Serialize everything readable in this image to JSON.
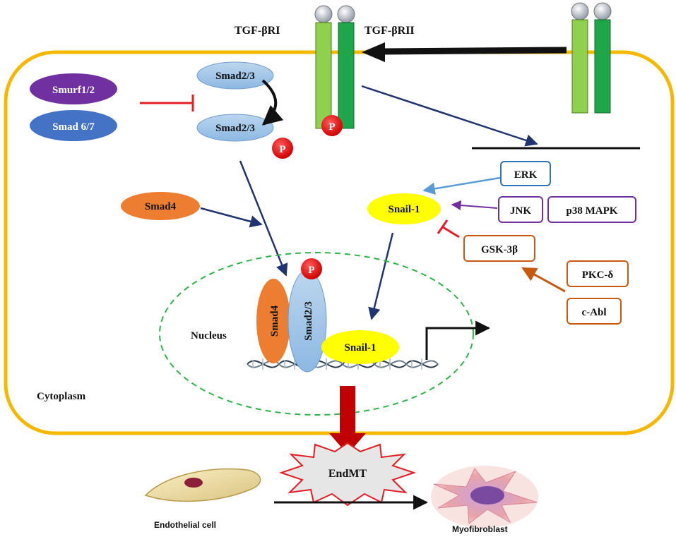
{
  "receptors": {
    "type1_label": "TGF-βRI",
    "type2_label": "TGF-βRII"
  },
  "cytoplasm": {
    "smurf_label": "Smurf1/2",
    "smad67_label": "Smad 6/7",
    "smad23_top_label": "Smad2/3",
    "smad23_phospho_label": "Smad2/3",
    "smad4_label": "Smad4",
    "snail_label": "Snail-1",
    "phospho_symbol": "P",
    "compartment_label": "Cytoplasm"
  },
  "kinases": {
    "erk": "ERK",
    "jnk": "JNK",
    "p38": "p38 MAPK",
    "gsk": "GSK-3β",
    "pkc": "PKC-δ",
    "cabl": "c-Abl"
  },
  "nucleus": {
    "label": "Nucleus",
    "smad4_label": "Smad4",
    "smad23_label": "Smad2/3",
    "snail_label": "Snail-1"
  },
  "outcome": {
    "endmt_label": "EndMT",
    "endothelial_label": "Endothelial cell",
    "myofibroblast_label": "Myofibroblast"
  },
  "colors": {
    "membrane": "#f5b800",
    "receptor_light": "#8fd14f",
    "receptor_dark": "#1fa64a",
    "arrow_navy": "#1f3470",
    "inhibit_red": "#e31e24",
    "smurf": "#7030a0",
    "smad67": "#4472c4",
    "smad23": "#9dc3e6",
    "smad4": "#ed7d31",
    "snail": "#ffff00",
    "erk_box": "#2e75b6",
    "mapk_box": "#7030a0",
    "gsk_box": "#c55a11",
    "nucleus_dash": "#2eb34a",
    "endmt_arrow": "#c00000"
  }
}
